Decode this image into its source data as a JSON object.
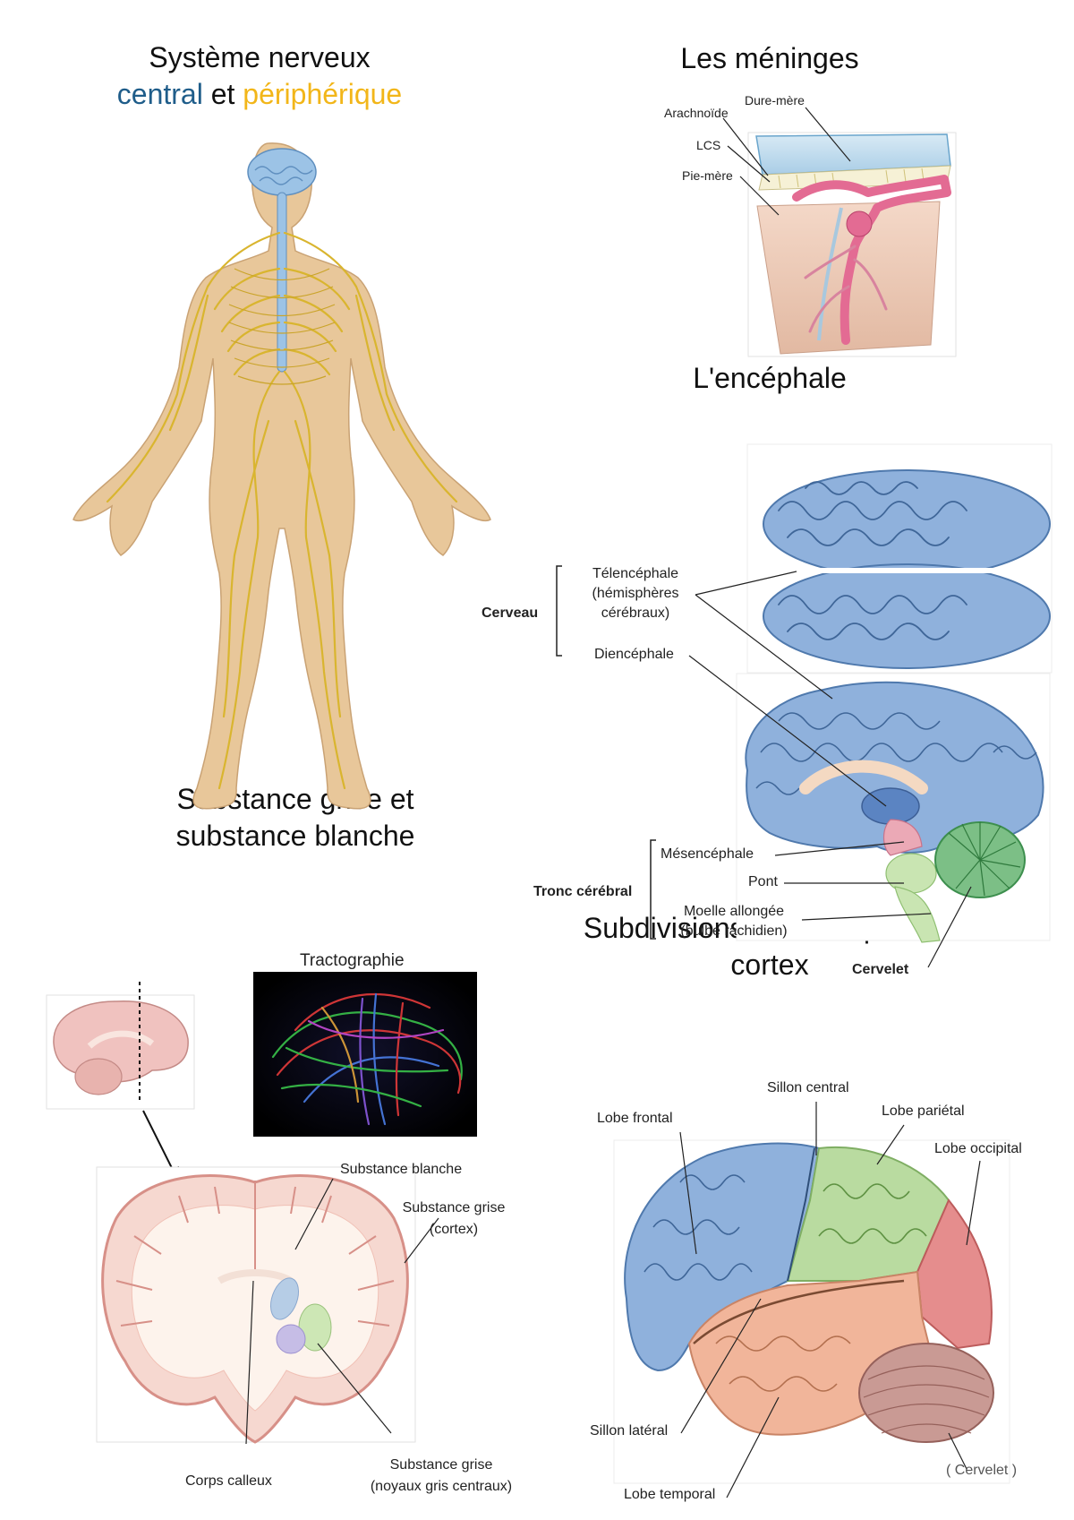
{
  "sections": {
    "nervous_system": {
      "title_line1": "Système nerveux",
      "title_central": "central",
      "title_et": "et",
      "title_peripheral": "périphérique",
      "colors": {
        "central": "#1f5d8a",
        "peripheral": "#f2b619",
        "skin": "#e8c79a",
        "nerve": "#e2c23a",
        "cns": "#9cc3e6"
      }
    },
    "meninges": {
      "title": "Les méninges",
      "labels": {
        "dure_mere": "Dure-mère",
        "arachnoide": "Arachnoïde",
        "lcs": "LCS",
        "pie_mere": "Pie-mère"
      }
    },
    "encephale": {
      "title": "L'encéphale",
      "cerveau": "Cerveau",
      "telencephale_1": "Télencéphale",
      "telencephale_2": "(hémisphères",
      "telencephale_3": "cérébraux)",
      "diencephale": "Diencéphale",
      "tronc": "Tronc cérébral",
      "mesencephale": "Mésencéphale",
      "pont": "Pont",
      "moelle_1": "Moelle allongée",
      "moelle_2": "(bulbe rachidien)",
      "cervelet": "Cervelet"
    },
    "substance": {
      "title_line1": "Substance grise et",
      "title_line2": "substance blanche",
      "tractographie": "Tractographie",
      "blanche": "Substance blanche",
      "grise_cortex_1": "Substance grise",
      "grise_cortex_2": "(cortex)",
      "corps_calleux": "Corps calleux",
      "grise_noyaux_1": "Substance grise",
      "grise_noyaux_2": "(noyaux gris centraux)"
    },
    "cortex": {
      "title_line1": "Subdivisions anatomiques du",
      "title_line2": "cortex",
      "sillon_central": "Sillon central",
      "lobe_frontal": "Lobe frontal",
      "lobe_parietal": "Lobe pariétal",
      "lobe_occipital": "Lobe occipital",
      "sillon_lateral": "Sillon latéral",
      "cervelet": "( Cervelet )",
      "lobe_temporal": "Lobe temporal",
      "colors": {
        "frontal": "#8fb1dc",
        "parietal": "#b9dba0",
        "occipital": "#e58d8d",
        "temporal": "#f1b59a",
        "cervelet": "#c99a94"
      }
    }
  }
}
